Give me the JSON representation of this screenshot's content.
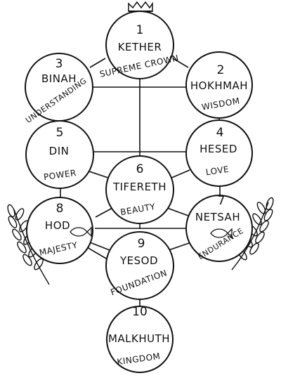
{
  "diagram": {
    "nodes": [
      {
        "id": "kether",
        "number": "1",
        "name": "KETHER",
        "meaning": "SUPREME CROWN"
      },
      {
        "id": "hokhmah",
        "number": "2",
        "name": "HOKHMAH",
        "meaning": "WISDOM"
      },
      {
        "id": "binah",
        "number": "3",
        "name": "BINAH",
        "meaning": "UNDERSTANDING"
      },
      {
        "id": "hesed",
        "number": "4",
        "name": "HESED",
        "meaning": "LOVE"
      },
      {
        "id": "din",
        "number": "5",
        "name": "DIN",
        "meaning": "POWER"
      },
      {
        "id": "tifereth",
        "number": "6",
        "name": "TIFERETH",
        "meaning": "BEAUTY"
      },
      {
        "id": "netsah",
        "number": "7",
        "name": "NETSAH",
        "meaning": "ENDURANCE"
      },
      {
        "id": "hod",
        "number": "8",
        "name": "HOD",
        "meaning": "MAJESTY"
      },
      {
        "id": "yesod",
        "number": "9",
        "name": "YESOD",
        "meaning": "FOUNDATION"
      },
      {
        "id": "malkhuth",
        "number": "10",
        "name": "MALKHUTH",
        "meaning": "KINGDOM"
      }
    ],
    "decorations": [
      "crown-icon",
      "fish-icon",
      "laurel-branch-icon"
    ]
  }
}
